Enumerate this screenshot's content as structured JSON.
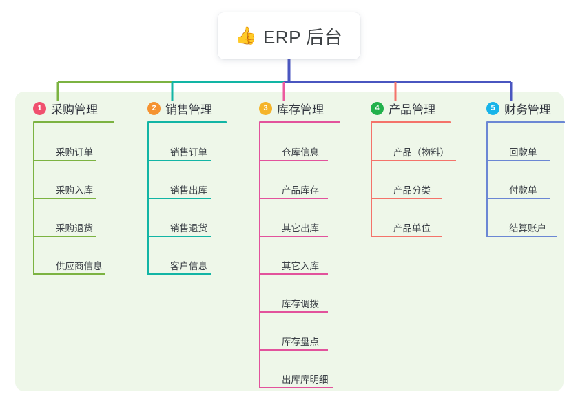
{
  "root": {
    "icon": "thumbs-up-icon",
    "emoji": "👍",
    "title": "ERP 后台"
  },
  "panel": {
    "background": "#eef7e9"
  },
  "bus": {
    "segments": [
      {
        "name": "bus-green",
        "color": "#7cb342"
      },
      {
        "name": "bus-teal",
        "color": "#12b5a5"
      },
      {
        "name": "bus-indigo",
        "color": "#4a56c0"
      }
    ],
    "root_drop_color": "#4a56c0"
  },
  "columns": [
    {
      "index": "1",
      "title": "采购管理",
      "badge_color": "#f0506e",
      "line_color": "#7cb342",
      "drop_color": "#7cb342",
      "rule_width": 118,
      "items": [
        {
          "label": "采购订单",
          "rule_width": 92
        },
        {
          "label": "采购入库",
          "rule_width": 92
        },
        {
          "label": "采购退货",
          "rule_width": 92
        },
        {
          "label": "供应商信息",
          "rule_width": 104
        }
      ]
    },
    {
      "index": "2",
      "title": "销售管理",
      "badge_color": "#f59331",
      "line_color": "#12b5a5",
      "drop_color": "#12b5a5",
      "rule_width": 115,
      "items": [
        {
          "label": "销售订单",
          "rule_width": 92
        },
        {
          "label": "销售出库",
          "rule_width": 92
        },
        {
          "label": "销售退货",
          "rule_width": 92
        },
        {
          "label": "客户信息",
          "rule_width": 92
        }
      ]
    },
    {
      "index": "3",
      "title": "库存管理",
      "badge_color": "#f5b429",
      "line_color": "#e2539c",
      "drop_color": "#ec5a9e",
      "rule_width": 118,
      "items": [
        {
          "label": "仓库信息",
          "rule_width": 100
        },
        {
          "label": "产品库存",
          "rule_width": 100
        },
        {
          "label": "其它出库",
          "rule_width": 100
        },
        {
          "label": "其它入库",
          "rule_width": 100
        },
        {
          "label": "库存调拨",
          "rule_width": 100
        },
        {
          "label": "库存盘点",
          "rule_width": 100
        },
        {
          "label": "出库库明细",
          "rule_width": 108
        }
      ]
    },
    {
      "index": "4",
      "title": "产品管理",
      "badge_color": "#22b14c",
      "line_color": "#f4736a",
      "drop_color": "#f4736a",
      "rule_width": 116,
      "items": [
        {
          "label": "产品（物料）",
          "rule_width": 124
        },
        {
          "label": "产品分类",
          "rule_width": 104
        },
        {
          "label": "产品单位",
          "rule_width": 104
        }
      ]
    },
    {
      "index": "5",
      "title": "财务管理",
      "badge_color": "#18b4e9",
      "line_color": "#6b87d4",
      "drop_color": "#4a56c0",
      "rule_width": 114,
      "items": [
        {
          "label": "回款单",
          "rule_width": 92
        },
        {
          "label": "付款单",
          "rule_width": 92
        },
        {
          "label": "结算账户",
          "rule_width": 102
        }
      ]
    }
  ]
}
